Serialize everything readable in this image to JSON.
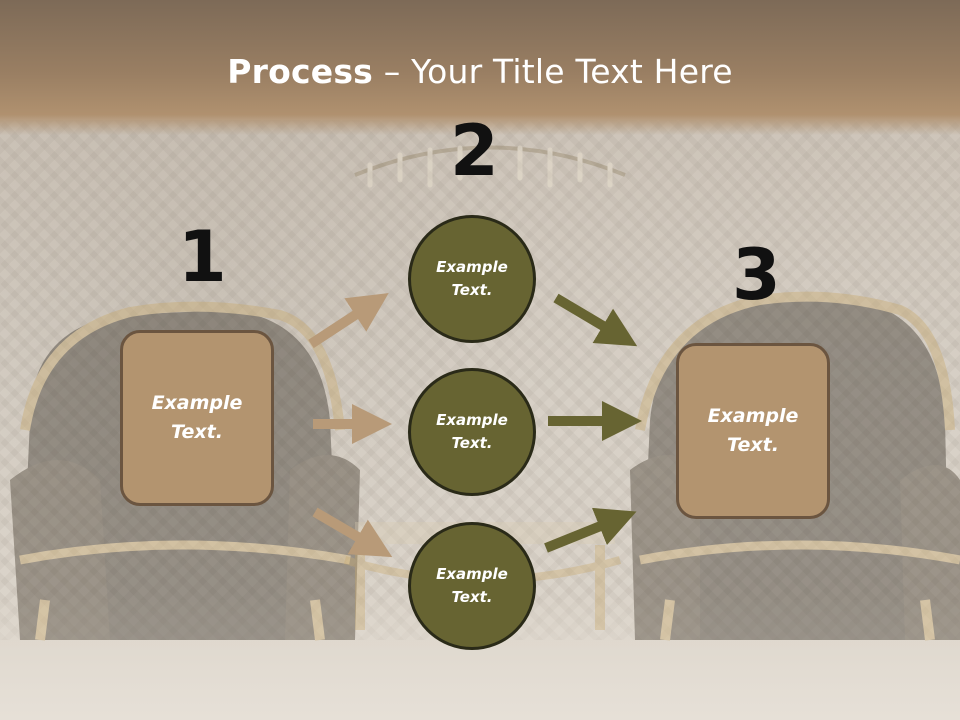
{
  "slide": {
    "title_bold": "Process",
    "title_rest": " – Your Title Text Here",
    "steps": [
      {
        "number": "1",
        "text_line1": "Example",
        "text_line2": "Text."
      },
      {
        "number": "2",
        "text_line1": "Example",
        "text_line2": "Text."
      },
      {
        "number": "3",
        "text_line1": "Example",
        "text_line2": "Text."
      }
    ],
    "circles": [
      {
        "text_line1": "Example",
        "text_line2": "Text."
      },
      {
        "text_line1": "Example",
        "text_line2": "Text."
      },
      {
        "text_line1": "Example",
        "text_line2": "Text."
      }
    ],
    "colors": {
      "box_fill": "#b3946f",
      "box_border": "#6b5540",
      "circle_fill": "#676432",
      "tan_arrow": "#b89a78",
      "olive_arrow": "#676432"
    }
  }
}
